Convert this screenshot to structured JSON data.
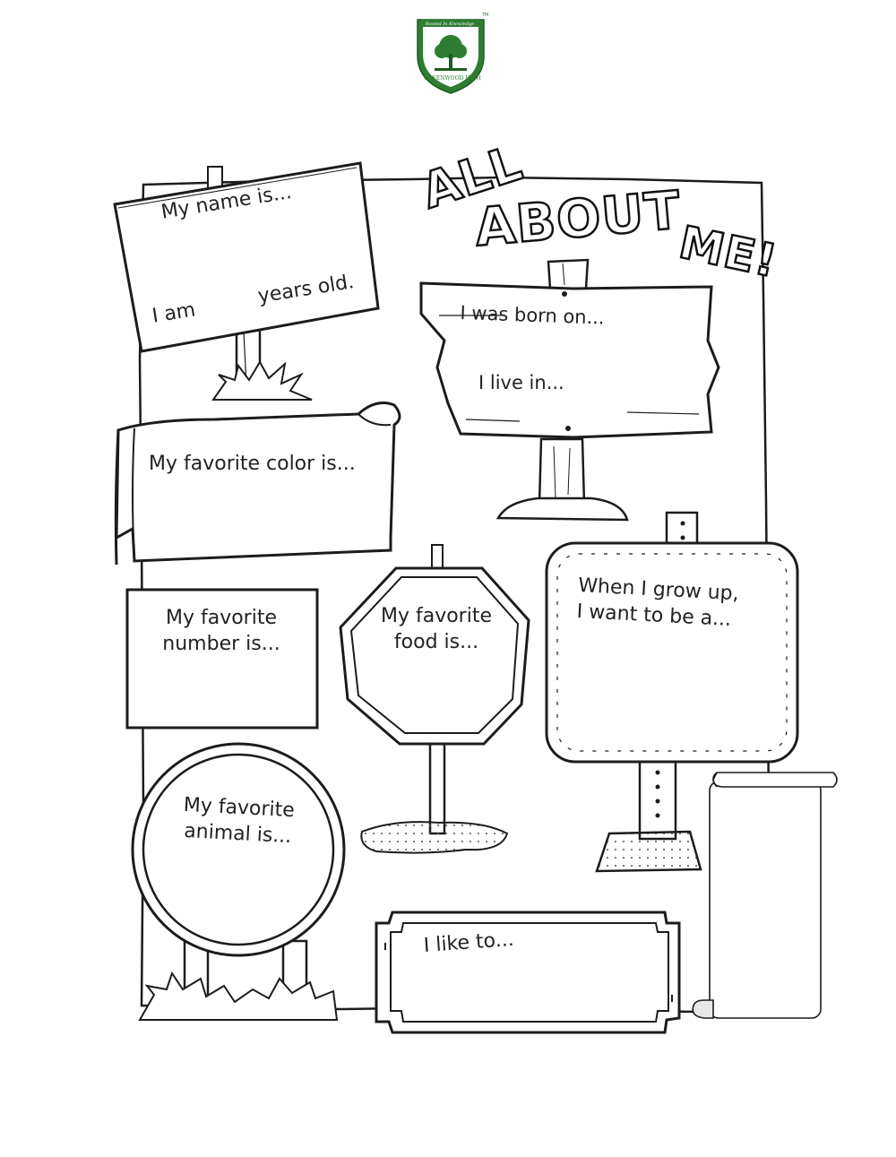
{
  "school": {
    "motto": "Rooted In Knowledge",
    "name": "GREENWOOD HIGH",
    "trademark": "TM",
    "brand_color": "#2e7d32"
  },
  "title": {
    "line1": "ALL",
    "line2": "ABOUT",
    "line3": "ME!"
  },
  "prompts": {
    "name": "My name is...",
    "age_prefix": "I am",
    "age_suffix": "years old.",
    "born": "I was born on...",
    "live": "I live in...",
    "color": "My favorite color is...",
    "number_line1": "My favorite",
    "number_line2": "number is...",
    "food_line1": "My favorite",
    "food_line2": "food is...",
    "grow_line1": "When I grow up,",
    "grow_line2": "I want to be a...",
    "animal_line1": "My favorite",
    "animal_line2": "animal is...",
    "like": "I like to..."
  },
  "icons": {
    "logo": "shield-tree-icon"
  }
}
